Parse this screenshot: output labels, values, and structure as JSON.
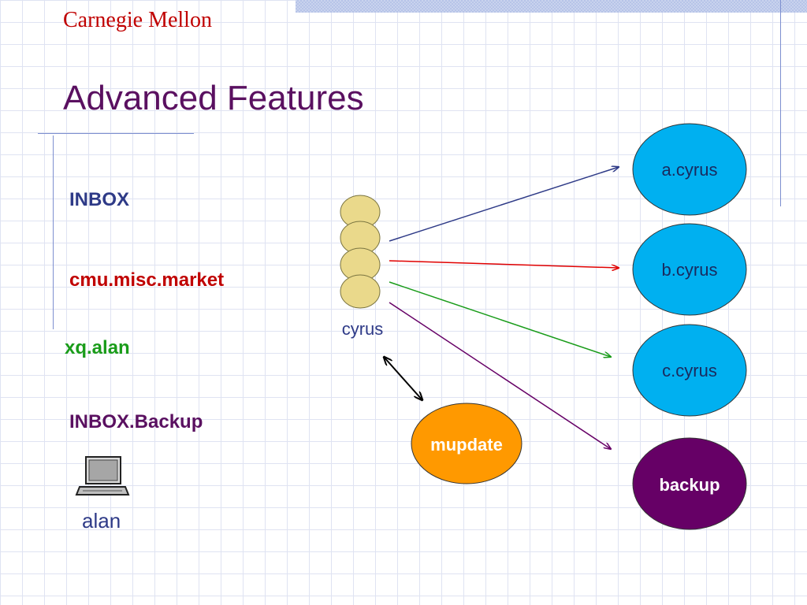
{
  "header": {
    "brand": "Carnegie Mellon",
    "title": "Advanced Features"
  },
  "mailboxes": [
    {
      "label": "INBOX",
      "color": "#2e3a87"
    },
    {
      "label": "cmu.misc.market",
      "color": "#c00000"
    },
    {
      "label": "xq.alan",
      "color": "#1a9c1a"
    },
    {
      "label": "INBOX.Backup",
      "color": "#5a1060"
    }
  ],
  "client": {
    "label": "alan",
    "icon": "laptop-icon"
  },
  "diagram": {
    "frontend": {
      "label": "cyrus",
      "fill": "#ead98b"
    },
    "mupdate": {
      "label": "mupdate",
      "fill": "#ff9900"
    },
    "backends": [
      {
        "label": "a.cyrus",
        "fill": "#00b0f0",
        "arrow_color": "#2e3a87"
      },
      {
        "label": "b.cyrus",
        "fill": "#00b0f0",
        "arrow_color": "#e00000"
      },
      {
        "label": "c.cyrus",
        "fill": "#00b0f0",
        "arrow_color": "#1a9c1a"
      },
      {
        "label": "backup",
        "fill": "#660066",
        "arrow_color": "#660066"
      }
    ]
  }
}
